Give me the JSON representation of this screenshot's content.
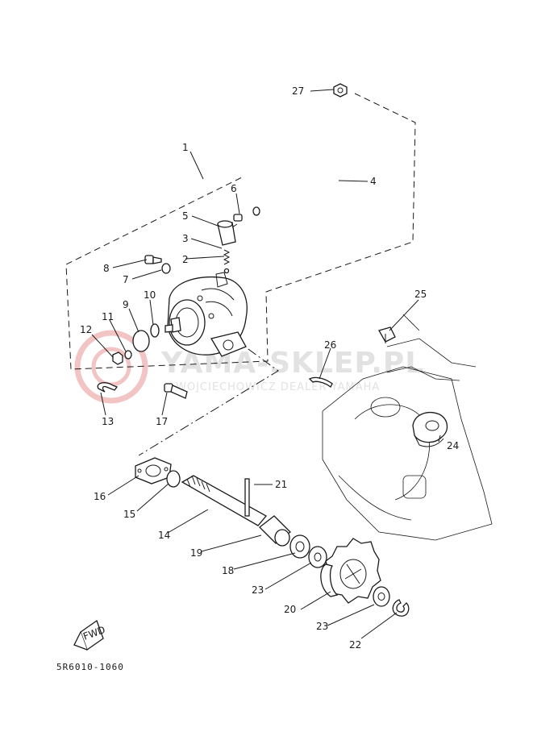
{
  "diagram_code": "5R6010-1060",
  "fwd_label": "FWD",
  "watermark": {
    "logo_text": "YAMA-SKLEP.PL",
    "subtext": "WOJCIECHOWICZ DEALER YAMAHA"
  },
  "callouts": [
    {
      "id": "c1",
      "label": "1"
    },
    {
      "id": "c2",
      "label": "2"
    },
    {
      "id": "c3",
      "label": "3"
    },
    {
      "id": "c4",
      "label": "4"
    },
    {
      "id": "c5",
      "label": "5"
    },
    {
      "id": "c6",
      "label": "6"
    },
    {
      "id": "c7",
      "label": "7"
    },
    {
      "id": "c8",
      "label": "8"
    },
    {
      "id": "c9",
      "label": "9"
    },
    {
      "id": "c10",
      "label": "10"
    },
    {
      "id": "c11",
      "label": "11"
    },
    {
      "id": "c12",
      "label": "12"
    },
    {
      "id": "c13",
      "label": "13"
    },
    {
      "id": "c14",
      "label": "14"
    },
    {
      "id": "c15",
      "label": "15"
    },
    {
      "id": "c16",
      "label": "16"
    },
    {
      "id": "c17",
      "label": "17"
    },
    {
      "id": "c18",
      "label": "18"
    },
    {
      "id": "c19",
      "label": "19"
    },
    {
      "id": "c20",
      "label": "20"
    },
    {
      "id": "c21",
      "label": "21"
    },
    {
      "id": "c22",
      "label": "22"
    },
    {
      "id": "c23a",
      "label": "23"
    },
    {
      "id": "c23b",
      "label": "23"
    },
    {
      "id": "c24",
      "label": "24"
    },
    {
      "id": "c25",
      "label": "25"
    },
    {
      "id": "c26",
      "label": "26"
    },
    {
      "id": "c27",
      "label": "27"
    }
  ]
}
